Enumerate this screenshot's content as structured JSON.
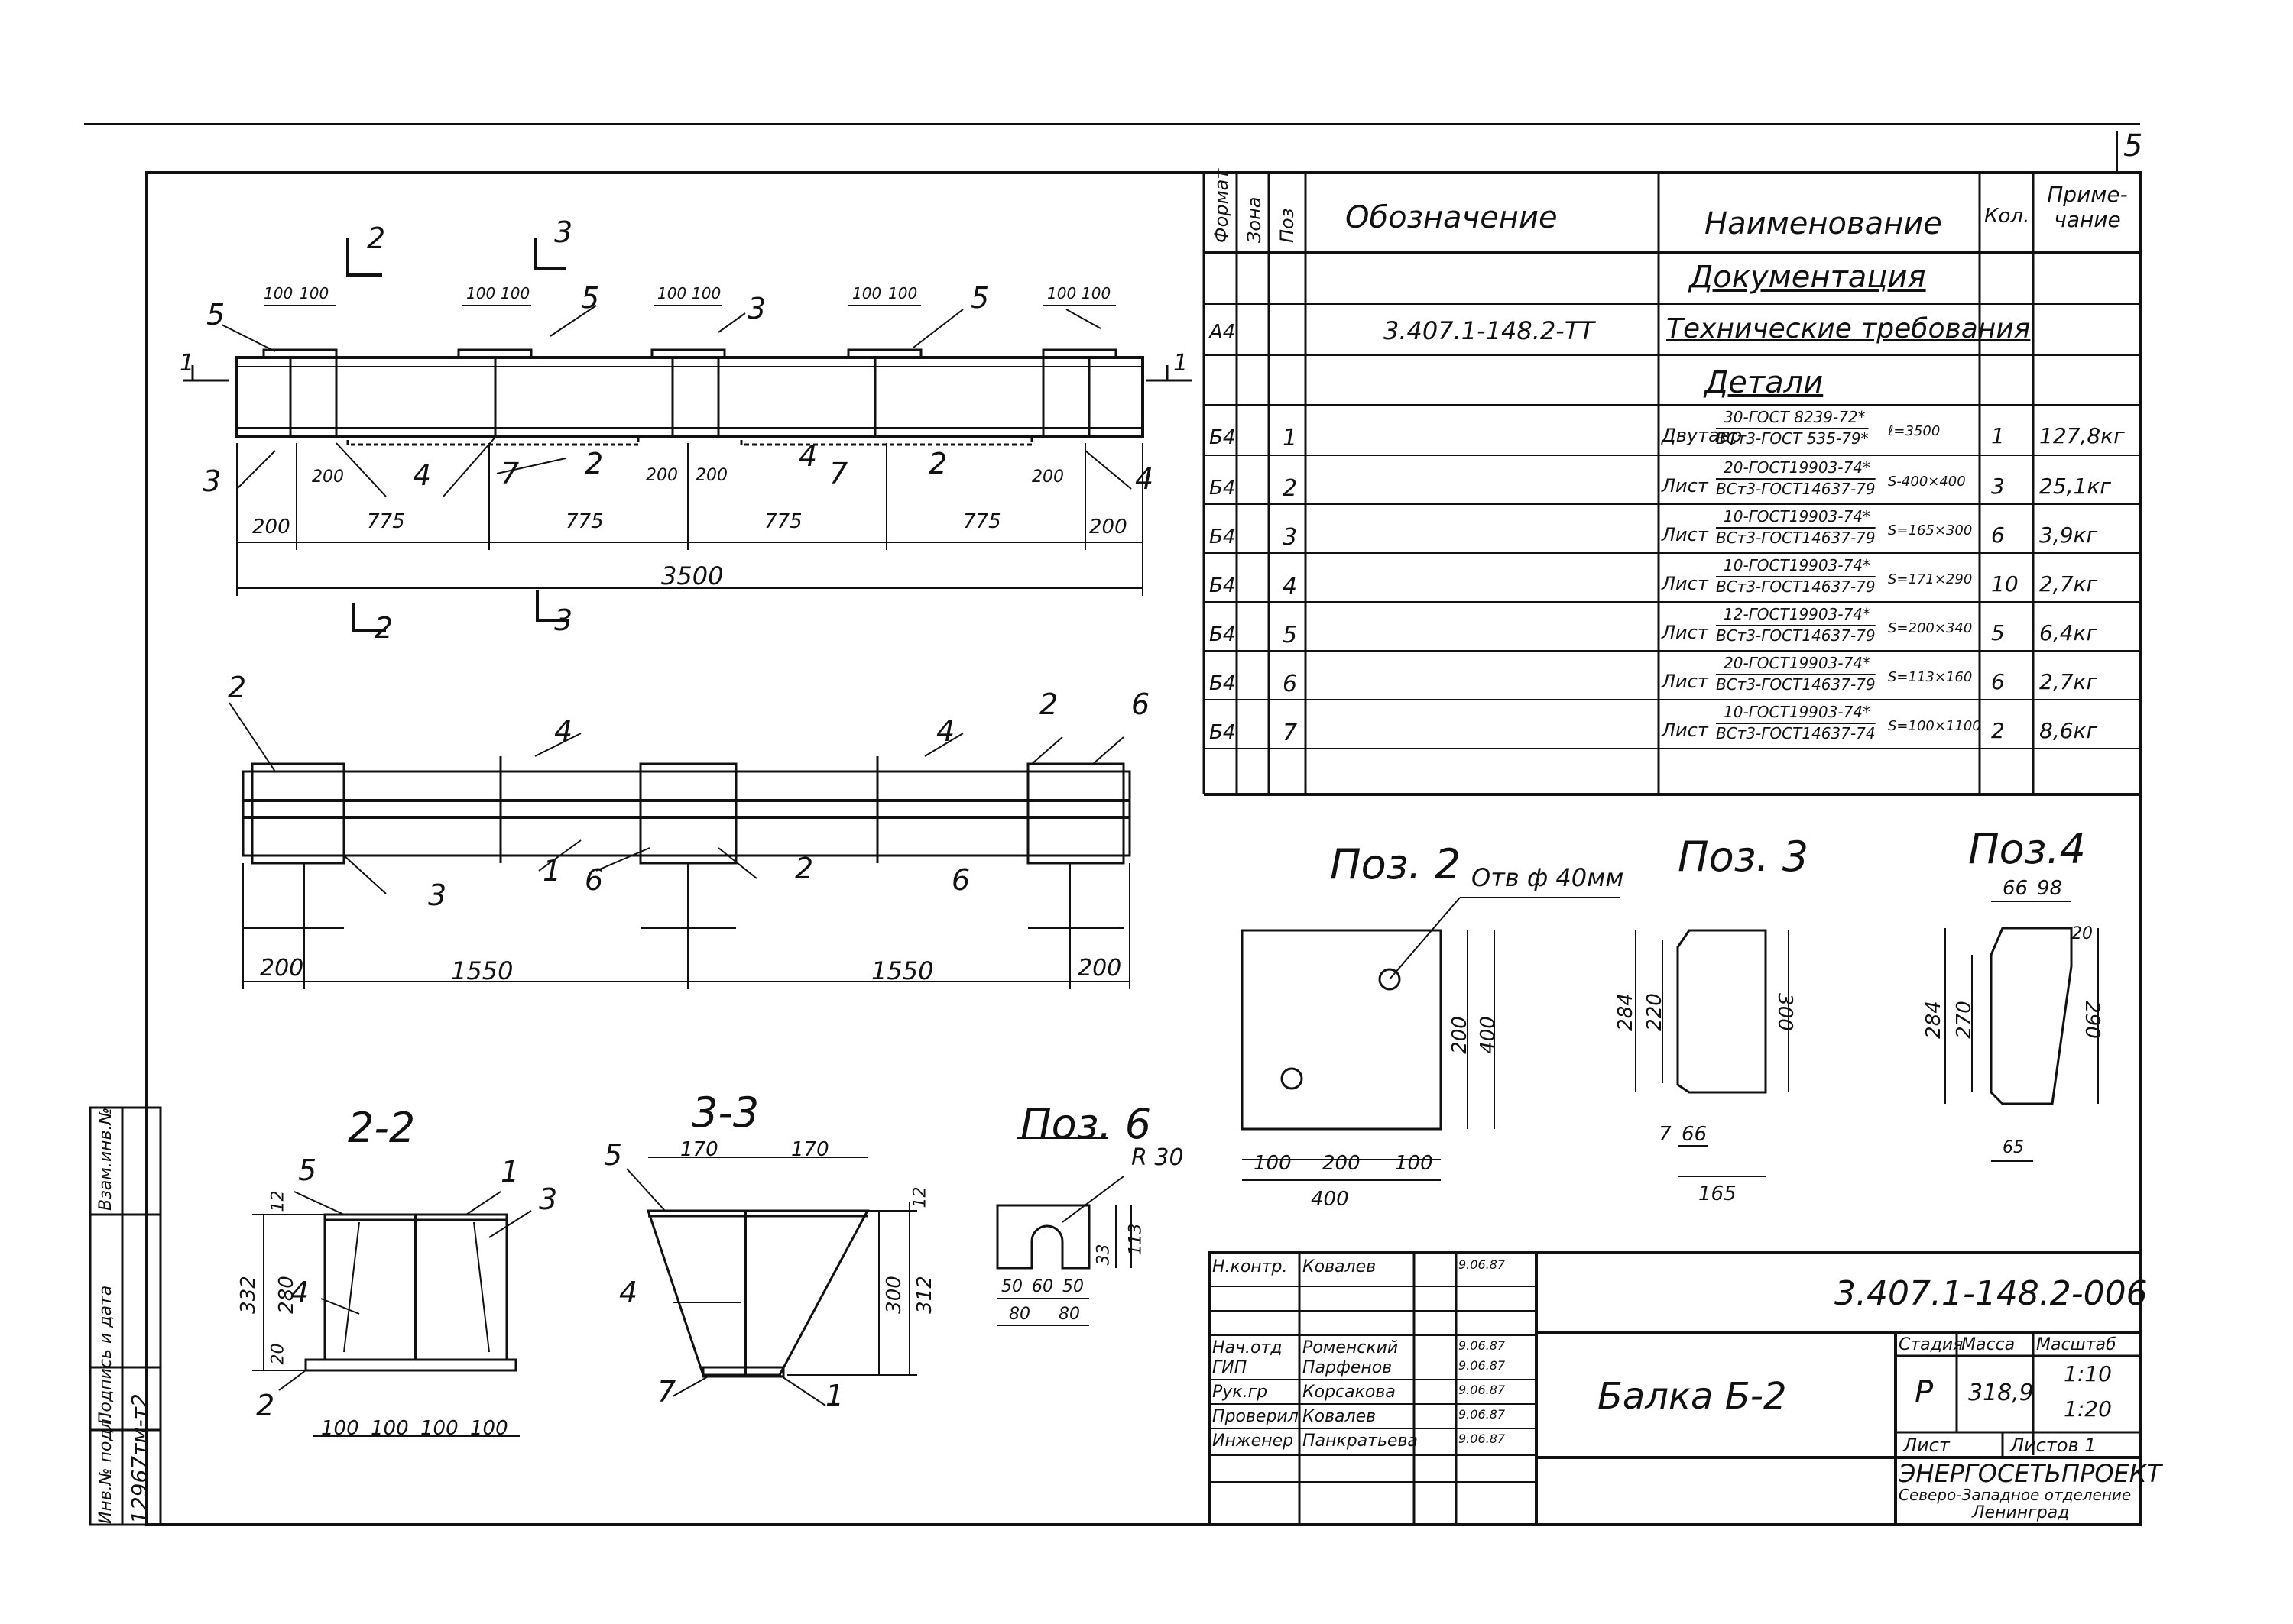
{
  "page_number": "5",
  "spec_table": {
    "headers": {
      "format": "Формат",
      "zone": "Зона",
      "pos": "Поз",
      "designation": "Обозначение",
      "name": "Наименование",
      "qty": "Кол.",
      "note": "Приме-чание"
    },
    "section_documentation": "Документация",
    "doc_row": {
      "format": "А4",
      "designation": "3.407.1-148.2-ТТ",
      "name": "Технические требования"
    },
    "section_details": "Детали",
    "rows": [
      {
        "format": "Б4",
        "pos": "1",
        "name_left": "Двутавр",
        "name_top": "30-ГОСТ 8239-72*",
        "name_bottom": "ВСт3-ГОСТ 535-79*",
        "size": "ℓ=3500",
        "qty": "1",
        "note": "127,8кг"
      },
      {
        "format": "Б4",
        "pos": "2",
        "name_left": "Лист",
        "name_top": "20-ГОСТ19903-74*",
        "name_bottom": "ВСт3-ГОСТ14637-79",
        "size": "S-400×400",
        "qty": "3",
        "note": "25,1кг"
      },
      {
        "format": "Б4",
        "pos": "3",
        "name_left": "Лист",
        "name_top": "10-ГОСТ19903-74*",
        "name_bottom": "ВСт3-ГОСТ14637-79",
        "size": "S=165×300",
        "qty": "6",
        "note": "3,9кг"
      },
      {
        "format": "Б4",
        "pos": "4",
        "name_left": "Лист",
        "name_top": "10-ГОСТ19903-74*",
        "name_bottom": "ВСт3-ГОСТ14637-79",
        "size": "S=171×290",
        "qty": "10",
        "note": "2,7кг"
      },
      {
        "format": "Б4",
        "pos": "5",
        "name_left": "Лист",
        "name_top": "12-ГОСТ19903-74*",
        "name_bottom": "ВСт3-ГОСТ14637-79",
        "size": "S=200×340",
        "qty": "5",
        "note": "6,4кг"
      },
      {
        "format": "Б4",
        "pos": "6",
        "name_left": "Лист",
        "name_top": "20-ГОСТ19903-74*",
        "name_bottom": "ВСт3-ГОСТ14637-79",
        "size": "S=113×160",
        "qty": "6",
        "note": "2,7кг"
      },
      {
        "format": "Б4",
        "pos": "7",
        "name_left": "Лист",
        "name_top": "10-ГОСТ19903-74*",
        "name_bottom": "ВСт3-ГОСТ14637-74",
        "size": "S=100×1100",
        "qty": "2",
        "note": "8,6кг"
      }
    ]
  },
  "title_block": {
    "doc_code": "3.407.1-148.2-006",
    "title": "Балка Б-2",
    "stage_label": "Стадия",
    "mass_label": "Масса",
    "scale_label": "Масштаб",
    "stage": "Р",
    "mass": "318,9",
    "scale1": "1:10",
    "scale2": "1:20",
    "sheet_label": "Лист",
    "sheets_label": "Листов 1",
    "org1": "ЭНЕРГОСЕТЬПРОЕКТ",
    "org2": "Северо-Западное отделение",
    "org3": "Ленинград",
    "people": [
      {
        "role": "Н.контр.",
        "name": "Ковалев",
        "date": "9.06.87"
      },
      {
        "role": "",
        "name": "",
        "date": ""
      },
      {
        "role": "",
        "name": "",
        "date": ""
      },
      {
        "role": "Нач.отд",
        "name": "Роменский",
        "date": "9.06.87"
      },
      {
        "role": "ГИП",
        "name": "Парфенов",
        "date": "9.06.87"
      },
      {
        "role": "Рук.гр",
        "name": "Корсакова",
        "date": "9.06.87"
      },
      {
        "role": "Проверил",
        "name": "Ковалев",
        "date": "9.06.87"
      },
      {
        "role": "Инженер",
        "name": "Панкратьева",
        "date": "9.06.87"
      }
    ]
  },
  "side_stamp": {
    "inv_podl_label": "Инв.№ подл.",
    "sign_date_label": "Подпись и дата",
    "vzam_label": "Взам.инв.№",
    "inv_value": "12967тм-т2"
  },
  "views": {
    "pos2_title": "Поз. 2",
    "pos3_title": "Поз. 3",
    "pos4_title": "Поз.4",
    "pos6_title": "Поз. 6",
    "sec22_title": "2-2",
    "sec33_title": "3-3",
    "hole_note": "Отв ф 40мм"
  },
  "dims": {
    "elev_total": "3500",
    "elev_span": "775",
    "elev_end": "200",
    "elev_100": "100",
    "plan_span": "1550",
    "plan_end": "200",
    "pos2_w": "400",
    "pos2_a": "200",
    "pos2_b": "100",
    "pos3_w": "165",
    "pos3_h": "300",
    "pos3_h2": "284",
    "pos3_h3": "220",
    "pos3_c": "66",
    "pos3_s": "7",
    "pos4_a": "66",
    "pos4_b": "98",
    "pos4_h": "290",
    "pos4_h2": "284",
    "pos4_h3": "270",
    "pos4_t": "20",
    "pos4_c": "65",
    "sec22_h": "332",
    "sec22_h2": "280",
    "sec22_t": "12",
    "sec22_20": "20",
    "sec33_w": "170",
    "sec33_h": "300",
    "sec33_h2": "312",
    "sec33_t": "12",
    "pos6_r": "R 30",
    "pos6_a": "50",
    "pos6_b": "60",
    "pos6_c": "80",
    "pos6_h": "113",
    "pos6_h2": "33"
  },
  "callouts": {
    "c1": "1",
    "c2": "2",
    "c3": "3",
    "c4": "4",
    "c5": "5",
    "c6": "6",
    "c7": "7"
  }
}
